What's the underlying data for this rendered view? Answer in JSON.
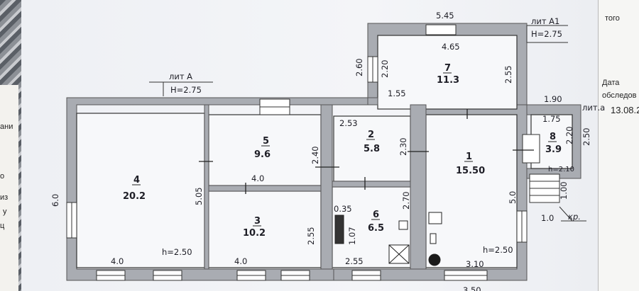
{
  "plan": {
    "liters": [
      {
        "name": "лит A",
        "height": "H=2.75"
      },
      {
        "name": "лит A1",
        "height": "H=2.75"
      },
      {
        "name": "лит.а",
        "height": "h=2.10"
      }
    ],
    "rooms": [
      {
        "num": "1",
        "area": "15.50"
      },
      {
        "num": "2",
        "area": "5.8"
      },
      {
        "num": "3",
        "area": "10.2"
      },
      {
        "num": "4",
        "area": "20.2"
      },
      {
        "num": "5",
        "area": "9.6"
      },
      {
        "num": "6",
        "area": "6.5"
      },
      {
        "num": "7",
        "area": "11.3"
      },
      {
        "num": "8",
        "area": "3.9"
      }
    ],
    "dimensions": [
      "5.45",
      "4.65",
      "2.60",
      "2.20",
      "2.55",
      "1.55",
      "1.90",
      "1.75",
      "2.20",
      "2.50",
      "2.53",
      "2.30",
      "2.40",
      "4.0",
      "5.05",
      "6.0",
      "4.0",
      "4.0",
      "2.55",
      "2.70",
      "0.35",
      "1.07",
      "2.55",
      "5.0",
      "3.10",
      "1.00",
      "1.0",
      "3.50"
    ],
    "ceiling_heights": [
      "h=2.50",
      "h=2.50"
    ],
    "porch_label": "кр."
  },
  "side_text": {
    "right_top": "того",
    "right_date_label": "Дата обследов",
    "right_date": "13.08.2",
    "left_fragments": [
      "ани",
      "о",
      "из",
      "у",
      "ц"
    ]
  }
}
